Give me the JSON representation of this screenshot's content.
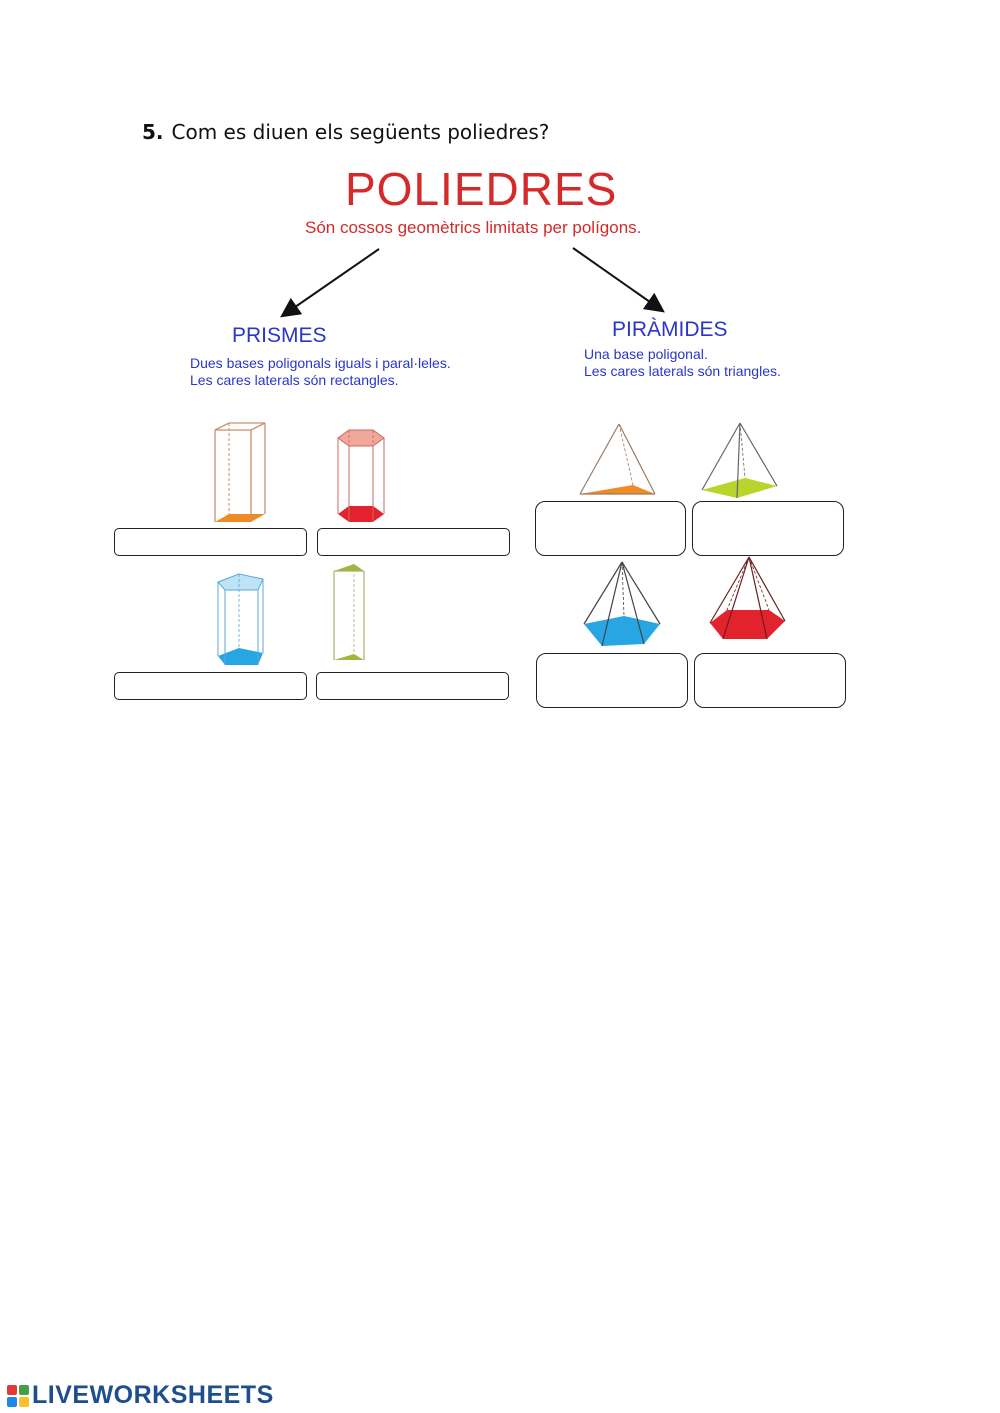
{
  "question": {
    "number": "5.",
    "text": "Com es diuen els següents poliedres?"
  },
  "poster": {
    "title": "POLIEDRES",
    "subtitle": "Són cossos geomètrics limitats per polígons.",
    "prismes": {
      "title": "PRISMES",
      "desc_line1": "Dues bases poligonals iguals i paral·leles.",
      "desc_line2": "Les cares laterals són rectangles."
    },
    "piramides": {
      "title": "PIRÀMIDES",
      "desc_line1": "Una base poligonal.",
      "desc_line2": "Les cares laterals són triangles."
    }
  },
  "answers": {
    "p1": "",
    "p2": "",
    "p3": "",
    "p4": "",
    "y1": "",
    "y2": "",
    "y3": "",
    "y4": ""
  },
  "colors": {
    "orange": "#f08a24",
    "red": "#e2232d",
    "blue": "#27a6e3",
    "olive": "#a5b43a",
    "lime": "#b9d42b"
  },
  "footer": {
    "brand": "LIVEWORKSHEETS"
  }
}
